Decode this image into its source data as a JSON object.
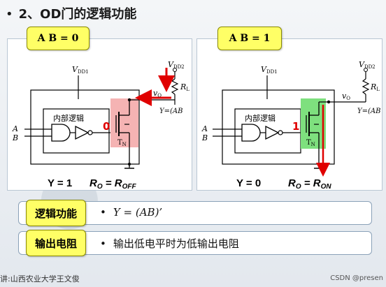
{
  "title": {
    "bullet": "•",
    "text": "2、OD门的逻辑功能"
  },
  "left": {
    "tag": "A B = 0",
    "vdd1": "V",
    "vdd1_sub": "DD1",
    "vdd2": "V",
    "vdd2_sub": "DD2",
    "rl": "R",
    "rl_sub": "L",
    "vo": "v",
    "vo_sub": "O",
    "yexpr": "Y=(AB",
    "block": "内部逻辑",
    "a": "A",
    "b": "B",
    "state": "0",
    "tn": "T",
    "tn_sub": "N",
    "res_y": "Y = 1",
    "res_r": "R",
    "res_r_sub": "O",
    "res_eq": " = R",
    "res_eq_sub": "OFF"
  },
  "right": {
    "tag": "A B = 1",
    "vdd1": "V",
    "vdd1_sub": "DD1",
    "vdd2": "V",
    "vdd2_sub": "DD2",
    "rl": "R",
    "rl_sub": "L",
    "vo": "v",
    "vo_sub": "O",
    "yexpr": "Y=(AB",
    "block": "内部逻辑",
    "a": "A",
    "b": "B",
    "state": "1",
    "tn": "T",
    "tn_sub": "N",
    "res_y": "Y = 0",
    "res_r": "R",
    "res_r_sub": "O",
    "res_eq": " = R",
    "res_eq_sub": "ON"
  },
  "rows": [
    {
      "label": "逻辑功能",
      "bullet": "•",
      "text": "Y = (AB)’"
    },
    {
      "label": "输出电阻",
      "bullet": "•",
      "text": "输出低电平时为低输出电阻"
    }
  ],
  "footer": "讲:山西农业大学王文俊",
  "watermark": "CSDN @presen",
  "colors": {
    "highlight_off": "#f5b3b3",
    "highlight_on": "#7ee07e",
    "arrow": "#e00000",
    "tag": "#ffff66"
  }
}
